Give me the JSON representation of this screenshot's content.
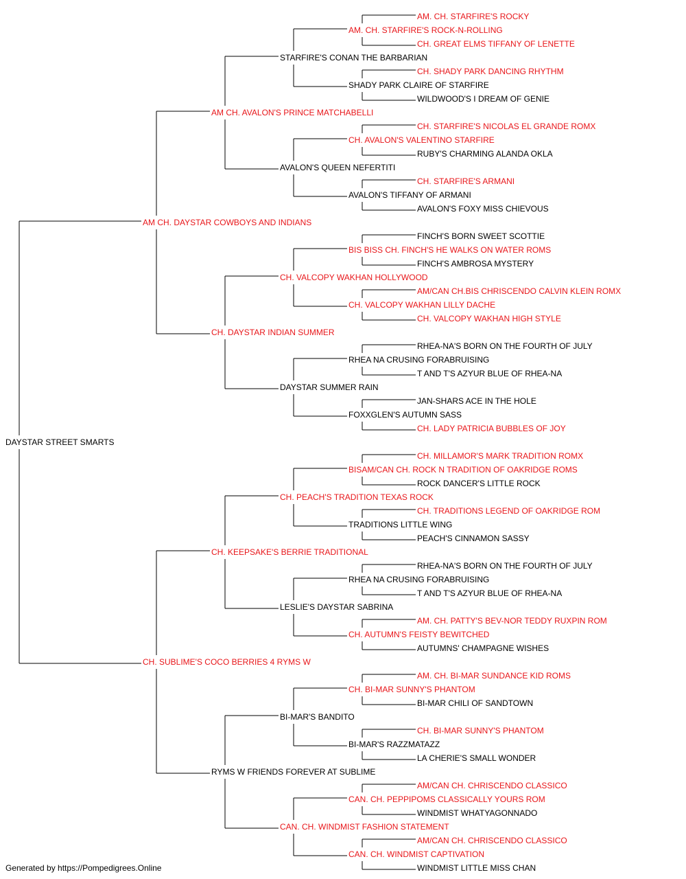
{
  "colors": {
    "champion": "#e8161a",
    "normal": "#000000",
    "connector": "#000000"
  },
  "pedigree": {
    "subject": {
      "name": "DAYSTAR STREET SMARTS",
      "red": false
    },
    "ancestors": [
      {
        "name": "AM CH. DAYSTAR COWBOYS AND INDIANS",
        "red": true
      },
      {
        "name": "CH. SUBLIME'S COCO BERRIES 4 RYMS W",
        "red": true
      },
      {
        "name": "AM CH. AVALON'S PRINCE MATCHABELLI",
        "red": true
      },
      {
        "name": "CH. DAYSTAR INDIAN SUMMER",
        "red": true
      },
      {
        "name": "CH. KEEPSAKE'S BERRIE TRADITIONAL",
        "red": true
      },
      {
        "name": "RYMS W FRIENDS FOREVER AT SUBLIME",
        "red": false
      },
      {
        "name": "STARFIRE'S CONAN THE BARBARIAN",
        "red": false
      },
      {
        "name": "AVALON'S QUEEN NEFERTITI",
        "red": false
      },
      {
        "name": "CH. VALCOPY WAKHAN HOLLYWOOD",
        "red": true
      },
      {
        "name": "DAYSTAR SUMMER RAIN",
        "red": false
      },
      {
        "name": "CH. PEACH'S TRADITION TEXAS ROCK",
        "red": true
      },
      {
        "name": "LESLIE'S DAYSTAR SABRINA",
        "red": false
      },
      {
        "name": "BI-MAR'S BANDITO",
        "red": false
      },
      {
        "name": "CAN. CH. WINDMIST FASHION STATEMENT",
        "red": true
      },
      {
        "name": "AM. CH. STARFIRE'S ROCK-N-ROLLING",
        "red": true
      },
      {
        "name": "SHADY PARK CLAIRE OF STARFIRE",
        "red": false
      },
      {
        "name": "CH. AVALON'S VALENTINO STARFIRE",
        "red": true
      },
      {
        "name": "AVALON'S TIFFANY OF ARMANI",
        "red": false
      },
      {
        "name": "BIS BISS CH. FINCH'S HE WALKS ON WATER ROMS",
        "red": true
      },
      {
        "name": "CH. VALCOPY WAKHAN LILLY DACHE",
        "red": true
      },
      {
        "name": "RHEA NA CRUSING FORABRUISING",
        "red": false
      },
      {
        "name": "FOXXGLEN'S AUTUMN SASS",
        "red": false
      },
      {
        "name": "BISAM/CAN CH. ROCK N TRADITION OF OAKRIDGE ROMS",
        "red": true
      },
      {
        "name": "TRADITIONS LITTLE WING",
        "red": false
      },
      {
        "name": "RHEA NA CRUSING FORABRUISING",
        "red": false
      },
      {
        "name": "CH. AUTUMN'S FEISTY BEWITCHED",
        "red": true
      },
      {
        "name": "CH. BI-MAR SUNNY'S PHANTOM",
        "red": true
      },
      {
        "name": "BI-MAR'S RAZZMATAZZ",
        "red": false
      },
      {
        "name": "CAN. CH. PEPPIPOMS CLASSICALLY YOURS ROM",
        "red": true
      },
      {
        "name": "CAN. CH. WINDMIST CAPTIVATION",
        "red": true
      },
      {
        "name": "AM. CH. STARFIRE'S ROCKY",
        "red": true
      },
      {
        "name": "CH. GREAT ELMS TIFFANY OF LENETTE",
        "red": true
      },
      {
        "name": "CH. SHADY PARK DANCING RHYTHM",
        "red": true
      },
      {
        "name": "WILDWOOD'S I DREAM OF GENIE",
        "red": false
      },
      {
        "name": "CH. STARFIRE'S NICOLAS EL GRANDE ROMX",
        "red": true
      },
      {
        "name": "RUBY'S CHARMING ALANDA OKLA",
        "red": false
      },
      {
        "name": "CH. STARFIRE'S ARMANI",
        "red": true
      },
      {
        "name": "AVALON'S FOXY MISS CHIEVOUS",
        "red": false
      },
      {
        "name": "FINCH'S BORN SWEET SCOTTIE",
        "red": false
      },
      {
        "name": "FINCH'S AMBROSA MYSTERY",
        "red": false
      },
      {
        "name": "AM/CAN CH.BIS CHRISCENDO CALVIN KLEIN ROMX",
        "red": true
      },
      {
        "name": "CH. VALCOPY WAKHAN HIGH STYLE",
        "red": true
      },
      {
        "name": "RHEA-NA'S BORN ON THE FOURTH OF JULY",
        "red": false
      },
      {
        "name": "T AND T'S AZYUR BLUE OF RHEA-NA",
        "red": false
      },
      {
        "name": "JAN-SHARS ACE IN THE HOLE",
        "red": false
      },
      {
        "name": "CH. LADY PATRICIA BUBBLES OF JOY",
        "red": true
      },
      {
        "name": "CH. MILLAMOR'S MARK TRADITION ROMX",
        "red": true
      },
      {
        "name": "ROCK DANCER'S LITTLE ROCK",
        "red": false
      },
      {
        "name": "CH. TRADITIONS LEGEND OF OAKRIDGE ROM",
        "red": true
      },
      {
        "name": "PEACH'S CINNAMON SASSY",
        "red": false
      },
      {
        "name": "RHEA-NA'S BORN ON THE FOURTH OF JULY",
        "red": false
      },
      {
        "name": "T AND T'S AZYUR BLUE OF RHEA-NA",
        "red": false
      },
      {
        "name": "AM. CH. PATTY'S BEV-NOR TEDDY RUXPIN ROM",
        "red": true
      },
      {
        "name": "AUTUMNS' CHAMPAGNE WISHES",
        "red": false
      },
      {
        "name": "AM. CH. BI-MAR SUNDANCE KID ROMS",
        "red": true
      },
      {
        "name": "BI-MAR CHILI OF SANDTOWN",
        "red": false
      },
      {
        "name": "CH. BI-MAR SUNNY'S PHANTOM",
        "red": true
      },
      {
        "name": "LA CHERIE'S SMALL WONDER",
        "red": false
      },
      {
        "name": "AM/CAN CH. CHRISCENDO CLASSICO",
        "red": true
      },
      {
        "name": "WINDMIST WHATYAGONNADO",
        "red": false
      },
      {
        "name": "AM/CAN CH. CHRISCENDO CLASSICO",
        "red": true
      },
      {
        "name": "WINDMIST LITTLE MISS CHAN",
        "red": false
      }
    ]
  },
  "footer": {
    "text": "Generated by https://Pompedigrees.Online"
  }
}
